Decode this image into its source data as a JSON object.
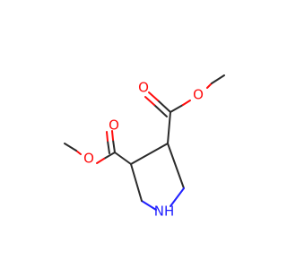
{
  "molecule": {
    "atoms": [
      {
        "id": "o_ester_top",
        "label": "O",
        "color": "#ff0d0d"
      },
      {
        "id": "o_carbonyl_top",
        "label": "O",
        "color": "#ff0d0d"
      },
      {
        "id": "o_carbonyl_left",
        "label": "O",
        "color": "#ff0d0d"
      },
      {
        "id": "o_ester_left",
        "label": "O",
        "color": "#ff0d0d"
      },
      {
        "id": "n_ring",
        "label": "NH",
        "color": "#2020ff"
      }
    ],
    "colors": {
      "bond": "#2b2b2b",
      "oxygen": "#ff0d0d",
      "nitrogen": "#2020ff",
      "background": "#ffffff"
    }
  }
}
